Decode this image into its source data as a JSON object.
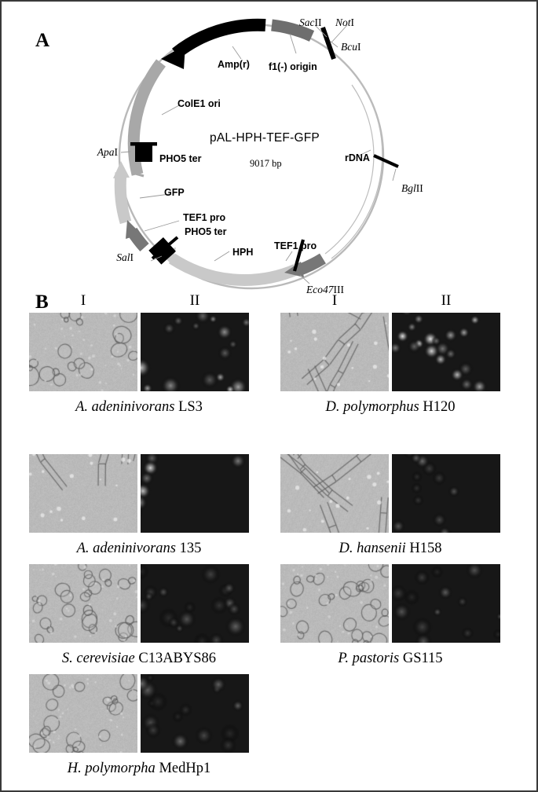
{
  "figure": {
    "panel_a_letter": "A",
    "panel_b_letter": "B"
  },
  "plasmid": {
    "name": "pAL-HPH-TEF-GFP",
    "size": "9017 bp",
    "features": [
      {
        "label": "Amp(r)",
        "color": "#000000",
        "type": "arrow"
      },
      {
        "label": "f1(-) origin",
        "color": "#6e6e6e",
        "type": "box"
      },
      {
        "label": "ColE1 ori",
        "color": "#a8a8a8",
        "type": "arc"
      },
      {
        "label": "PHO5 ter",
        "color": "#000000",
        "type": "block"
      },
      {
        "label": "GFP",
        "color": "#c9c9c9",
        "type": "arrow"
      },
      {
        "label": "TEF1 pro",
        "color": "#777777",
        "type": "arrow"
      },
      {
        "label": "PHO5 ter",
        "color": "#000000",
        "type": "block"
      },
      {
        "label": "HPH",
        "color": "#c9c9c9",
        "type": "arrow"
      },
      {
        "label": "TEF1 pro",
        "color": "#777777",
        "type": "arrow"
      },
      {
        "label": "rDNA",
        "color": "#ffffff",
        "type": "region"
      }
    ],
    "restriction_sites": [
      {
        "name_italic": "Sac",
        "name_roman": "II"
      },
      {
        "name_italic": "Not",
        "name_roman": "I"
      },
      {
        "name_italic": "Bcu",
        "name_roman": "I"
      },
      {
        "name_italic": "Bgl",
        "name_roman": "II"
      },
      {
        "name_italic": "Eco47",
        "name_roman": "III"
      },
      {
        "name_italic": "Sal",
        "name_roman": "I"
      },
      {
        "name_italic": "Apa",
        "name_roman": "I"
      }
    ]
  },
  "panel_b": {
    "column_headers": [
      "I",
      "II"
    ],
    "specimens": [
      {
        "genus": "A. adeninivorans",
        "strain": "LS3",
        "bright_seed": 11,
        "fluor_seed": 21,
        "morphology": "yeast",
        "fluor_intensity": 0.95
      },
      {
        "genus": "D. polymorphus",
        "strain": "H120",
        "bright_seed": 12,
        "fluor_seed": 22,
        "morphology": "hyphae",
        "fluor_intensity": 1.0
      },
      {
        "genus": "A. adeninivorans",
        "strain": "135",
        "bright_seed": 13,
        "fluor_seed": 23,
        "morphology": "hyphae",
        "fluor_intensity": 1.0
      },
      {
        "genus": "D. hansenii",
        "strain": "H158",
        "bright_seed": 14,
        "fluor_seed": 24,
        "morphology": "hyphae",
        "fluor_intensity": 0.5
      },
      {
        "genus": "S. cerevisiae",
        "strain": "C13ABYS86",
        "bright_seed": 15,
        "fluor_seed": 25,
        "morphology": "yeast",
        "fluor_intensity": 0.42
      },
      {
        "genus": "P. pastoris",
        "strain": "GS115",
        "bright_seed": 16,
        "fluor_seed": 26,
        "morphology": "yeast",
        "fluor_intensity": 0.45
      },
      {
        "genus": "H. polymorpha",
        "strain": "MedHp1",
        "bright_seed": 17,
        "fluor_seed": 27,
        "morphology": "yeast",
        "fluor_intensity": 0.5
      }
    ]
  }
}
